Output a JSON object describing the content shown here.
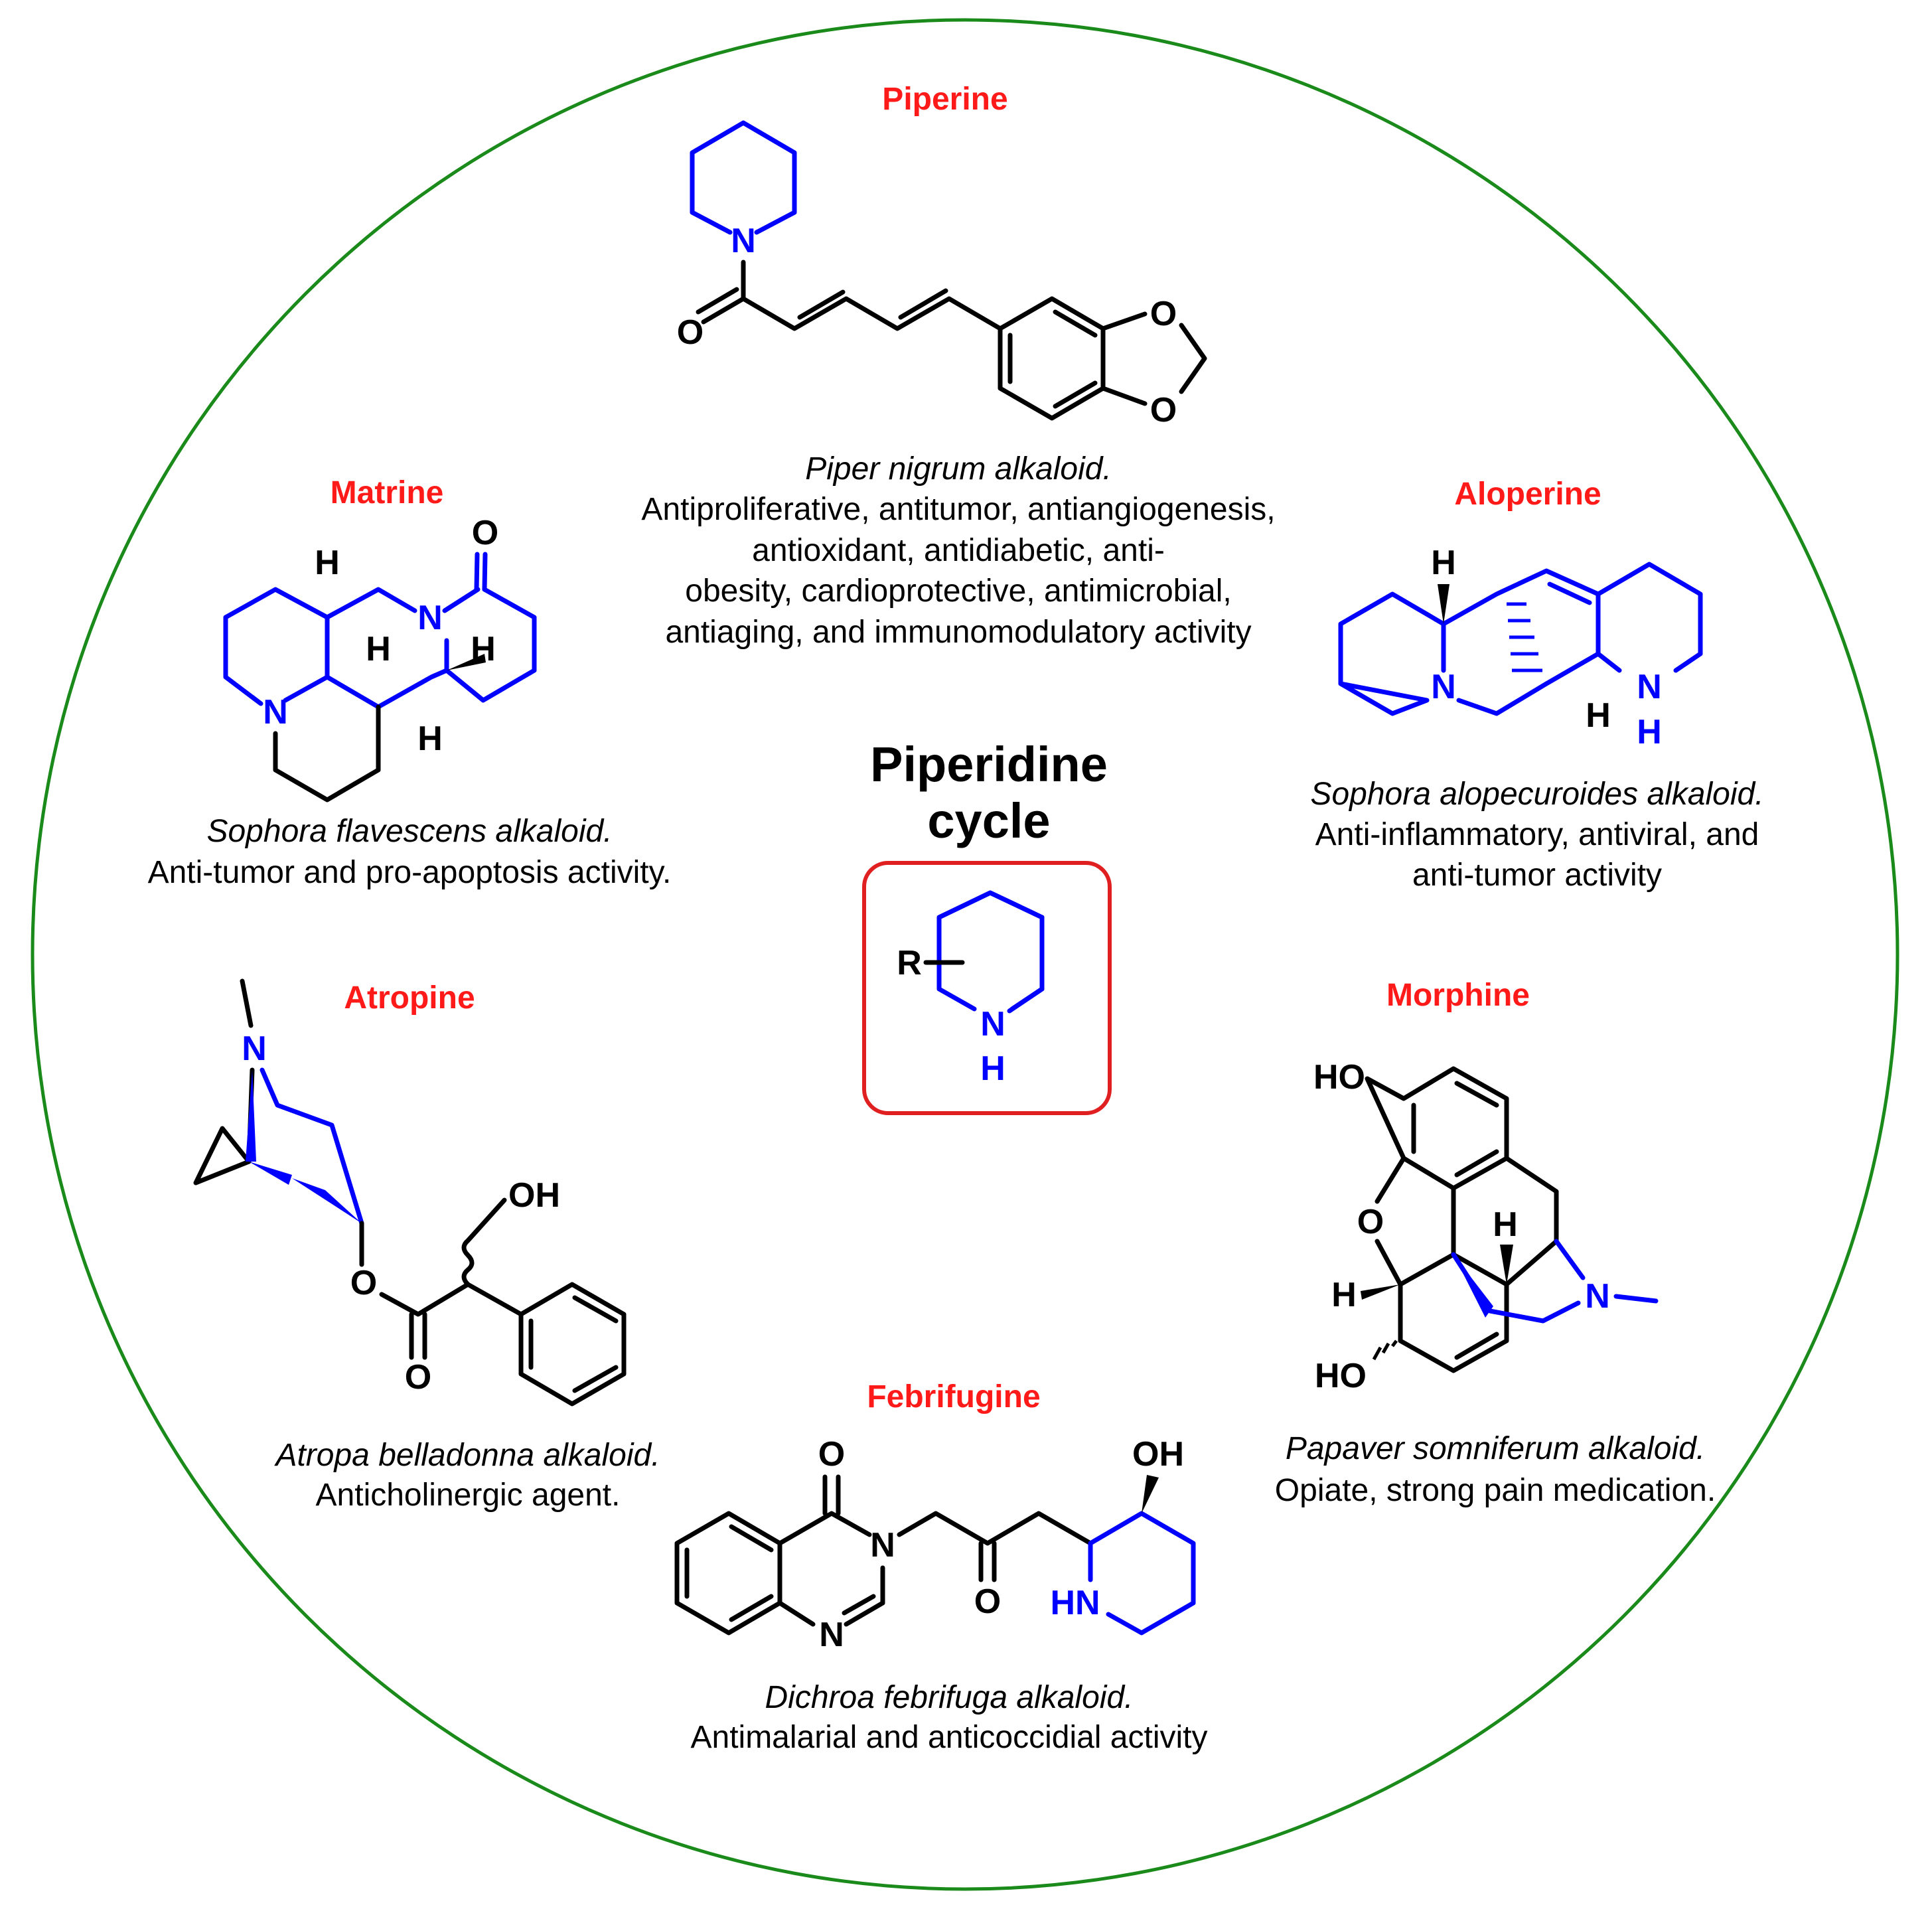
{
  "center": {
    "title_line1": "Piperidine",
    "title_line2": "cycle",
    "atom_r": "R",
    "atom_n": "N",
    "atom_h": "H"
  },
  "colors": {
    "circle": "#1a8a1a",
    "title": "#ff1a1a",
    "piperidine_ring": "#0000ff",
    "center_box": "#e02020"
  },
  "compounds": {
    "piperine": {
      "name": "Piperine",
      "source": "Piper nigrum alkaloid.",
      "activity_lines": [
        "Antiproliferative, antitumor, antiangiogenesis,",
        "antioxidant, antidiabetic, anti-",
        "obesity, cardioprotective, antimicrobial,",
        "antiaging, and immunomodulatory activity"
      ],
      "atoms": {
        "n": "N",
        "o1": "O",
        "o2": "O",
        "o3": "O"
      }
    },
    "matrine": {
      "name": "Matrine",
      "source": "Sophora flavescens alkaloid.",
      "activity_lines": [
        "Anti-tumor and pro-apoptosis activity."
      ],
      "atoms": {
        "o": "O",
        "n1": "N",
        "n2": "N",
        "h1": "H",
        "h2": "H",
        "h3": "H",
        "h4": "H"
      }
    },
    "aloperine": {
      "name": "Aloperine",
      "source": "Sophora alopecuroides alkaloid.",
      "activity_lines": [
        "Anti-inflammatory, antiviral, and",
        "anti-tumor activity"
      ],
      "atoms": {
        "h1": "H",
        "n1": "N",
        "h2": "H",
        "n2": "N",
        "h3": "H"
      }
    },
    "atropine": {
      "name": "Atropine",
      "source": "Atropa belladonna alkaloid.",
      "activity_lines": [
        "Anticholinergic agent."
      ],
      "atoms": {
        "n": "N",
        "oh": "OH",
        "o1": "O",
        "o2": "O"
      }
    },
    "morphine": {
      "name": "Morphine",
      "source": "Papaver somniferum alkaloid.",
      "activity_lines": [
        "Opiate, strong pain medication."
      ],
      "atoms": {
        "ho1": "HO",
        "o": "O",
        "h1": "H",
        "h2": "H",
        "n": "N",
        "ho2": "HO"
      }
    },
    "febrifugine": {
      "name": "Febrifugine",
      "source": "Dichroa febrifuga alkaloid.",
      "activity_lines": [
        "Antimalarial and anticoccidial activity"
      ],
      "atoms": {
        "o1": "O",
        "n1": "N",
        "n2": "N",
        "o2": "O",
        "oh": "OH",
        "hn": "HN"
      }
    }
  }
}
